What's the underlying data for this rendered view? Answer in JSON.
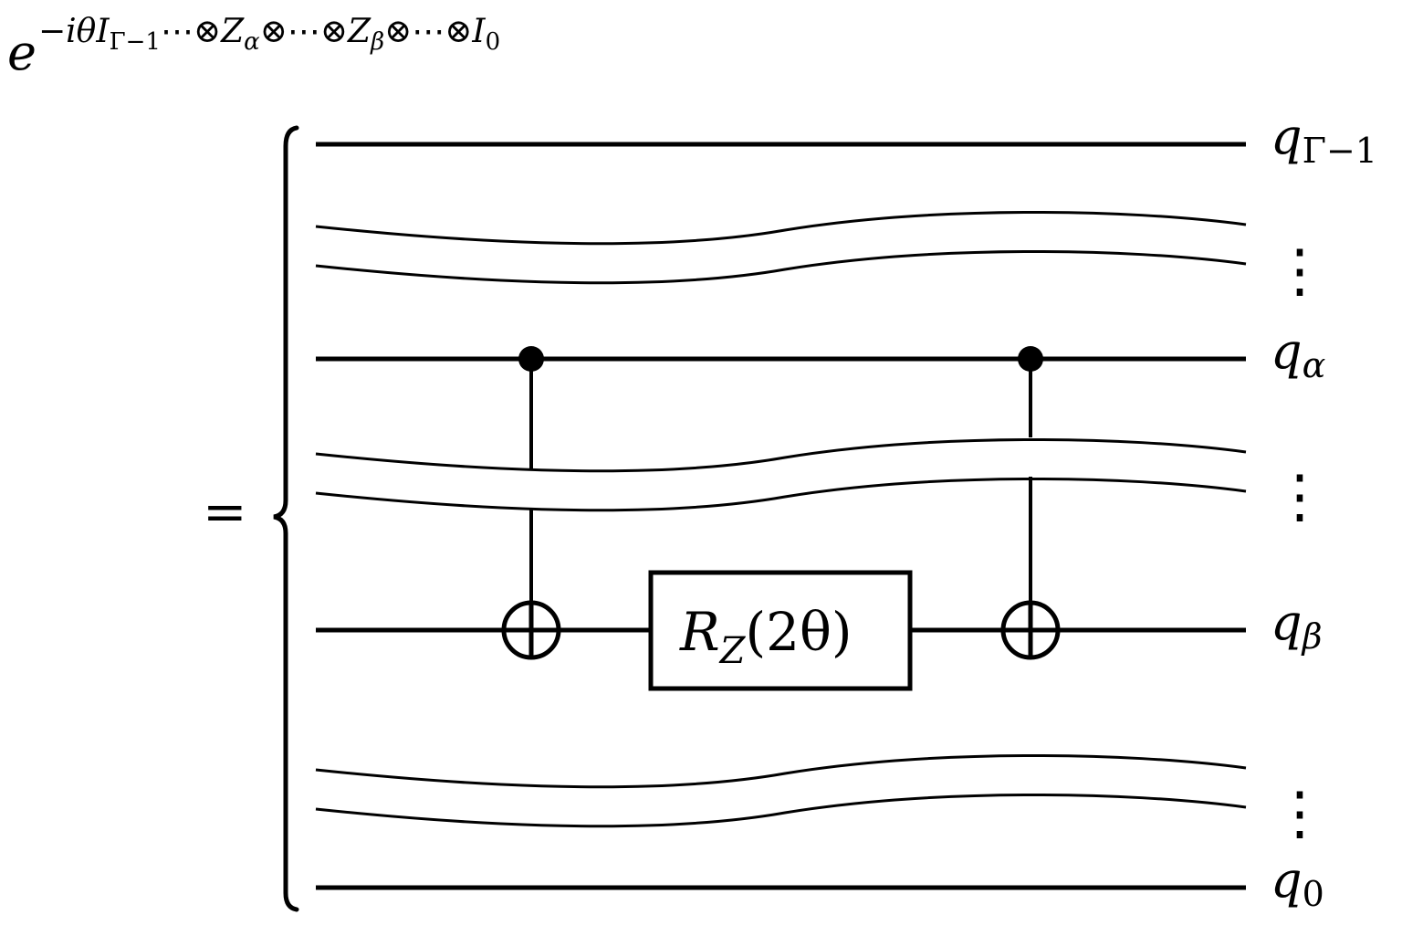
{
  "formula": {
    "base": "e",
    "exp_prefix": "−iθ",
    "I_top": "I",
    "I_top_sub": "Γ−1",
    "sep1": "⋯⊗",
    "Z_a": "Z",
    "Z_a_sub": "α",
    "sep2": "⊗⋯⊗",
    "Z_b": "Z",
    "Z_b_sub": "β",
    "sep3": "⊗⋯⊗",
    "I_bot": "I",
    "I_bot_sub": "0"
  },
  "equals": "=",
  "qubits": {
    "top": {
      "base": "q",
      "sub": "Γ−1"
    },
    "alpha": {
      "base": "q",
      "sub": "α"
    },
    "beta": {
      "base": "q",
      "sub": "β"
    },
    "bottom": {
      "base": "q",
      "sub": "0"
    }
  },
  "ellipsis": "⋮",
  "rz_gate": {
    "name": "R",
    "sub": "Z",
    "arg": "(2θ)"
  },
  "colors": {
    "stroke": "#000000",
    "background": "#ffffff"
  }
}
